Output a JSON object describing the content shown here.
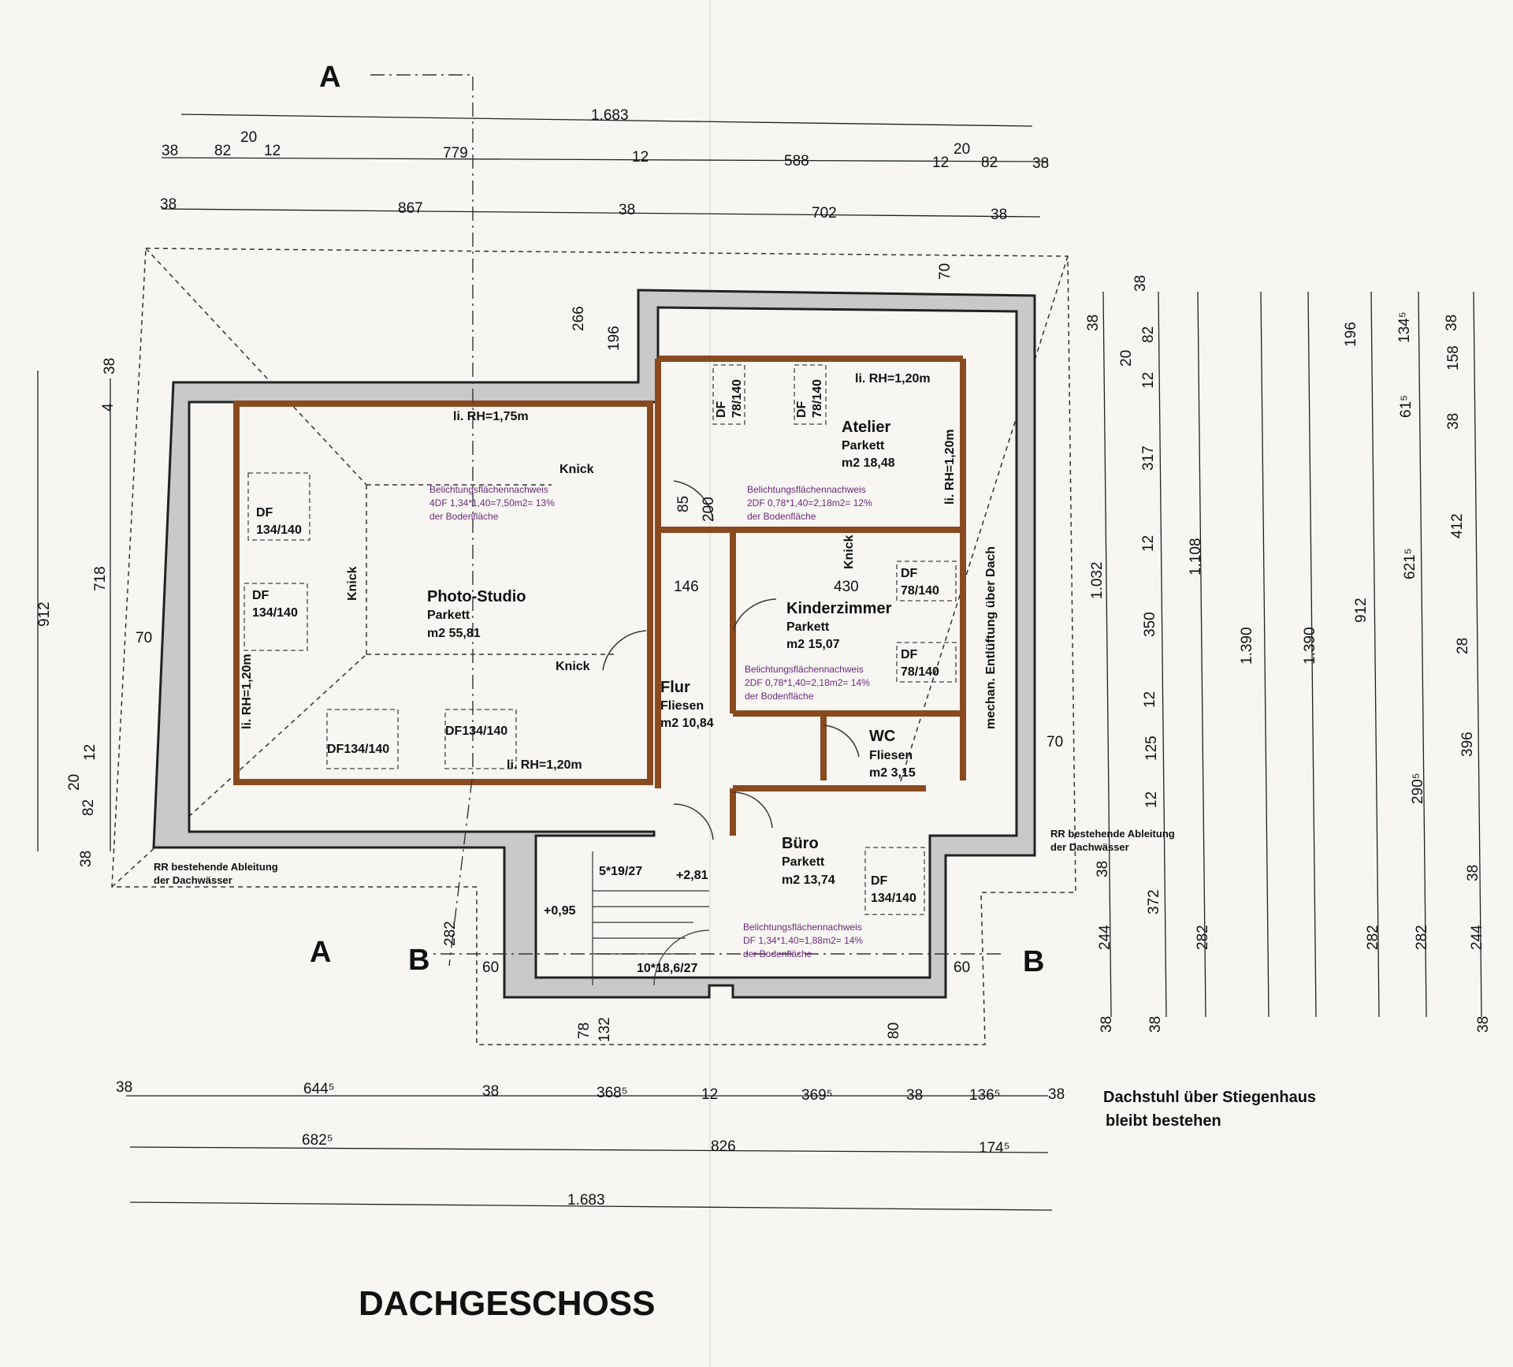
{
  "title": "DACHGESCHOSS",
  "section_marks": {
    "a": "A",
    "b": "B"
  },
  "rooms": {
    "photo": {
      "name": "Photo-Studio",
      "floor": "Parkett",
      "area": "m2 55,81"
    },
    "atelier": {
      "name": "Atelier",
      "floor": "Parkett",
      "area": "m2 18,48"
    },
    "kinder": {
      "name": "Kinderzimmer",
      "floor": "Parkett",
      "area": "m2 15,07"
    },
    "flur": {
      "name": "Flur",
      "floor": "Fliesen",
      "area": "m2 10,84"
    },
    "wc": {
      "name": "WC",
      "floor": "Fliesen",
      "area": "m2 3,15"
    },
    "buero": {
      "name": "Büro",
      "floor": "Parkett",
      "area": "m2 13,74"
    }
  },
  "notes": {
    "photo": [
      "Belichtungsflächennachweis",
      "4DF 1,34*1,40=7,50m2= 13%",
      "der Bodenfläche"
    ],
    "atelier": [
      "Belichtungsflächennachweis",
      "2DF 0,78*1,40=2,18m2= 12%",
      "der Bodenfläche"
    ],
    "kinder": [
      "Belichtungsflächennachweis",
      "2DF 0,78*1,40=2,18m2= 14%",
      "der Bodenfläche"
    ],
    "buero": [
      "Belichtungsflächennachweis",
      "DF 1,34*1,40=1,88m2= 14%",
      "der Bodenfläche"
    ]
  },
  "labels": {
    "knick": "Knick",
    "rh175": "li. RH=1,75m",
    "rh120": "li. RH=1,20m",
    "rr": [
      "RR bestehende Ableitung",
      "der Dachwässer"
    ],
    "dachstuhl": [
      "Dachstuhl über Stiegenhaus",
      "bleibt bestehen"
    ],
    "mechan": "mechan. Entlüftung über Dach",
    "stair1": "5*19/27",
    "stair2": "10*18,6/27",
    "lvl1": "+0,95",
    "lvl2": "+2,81",
    "df134": "DF",
    "df134b": "134/140",
    "df78": "78/140",
    "df134inline": "DF134/140"
  },
  "dims_top": {
    "row1": [
      "1.683"
    ],
    "row2": [
      "38",
      "82",
      "20",
      "12",
      "779",
      "12",
      "588",
      "12",
      "20",
      "82",
      "38"
    ],
    "row3": [
      "38",
      "867",
      "38",
      "702",
      "38"
    ]
  },
  "dims_bottom": {
    "row1": [
      "38",
      "644⁵",
      "38",
      "368⁵",
      "12",
      "369⁵",
      "38",
      "136⁵",
      "38"
    ],
    "row2": [
      "682⁵",
      "826",
      "174⁵"
    ],
    "row3": [
      "1.683"
    ]
  },
  "dims_left": [
    "912",
    "718",
    "38",
    "4",
    "70",
    "12",
    "20",
    "82",
    "38"
  ],
  "dims_right": {
    "c1": [
      "38",
      "1.032",
      "38",
      "244",
      "38"
    ],
    "c2": [
      "38",
      "82",
      "20",
      "12",
      "317",
      "12",
      "350",
      "12",
      "125",
      "12",
      "372",
      "38"
    ],
    "c3": [
      "1.108",
      "282"
    ],
    "c4": [
      "1.390"
    ],
    "c5": [
      "1.390"
    ],
    "c6": [
      "196",
      "912",
      "282"
    ],
    "c7": [
      "134⁵",
      "61⁵",
      "621⁵",
      "290⁵",
      "282"
    ],
    "c8": [
      "38",
      "158",
      "38",
      "412",
      "28",
      "396",
      "38",
      "244",
      "38"
    ]
  },
  "dims_inner": [
    "266",
    "196",
    "70",
    "85",
    "200",
    "146",
    "430",
    "70",
    "60",
    "282",
    "78",
    "132",
    "80"
  ]
}
